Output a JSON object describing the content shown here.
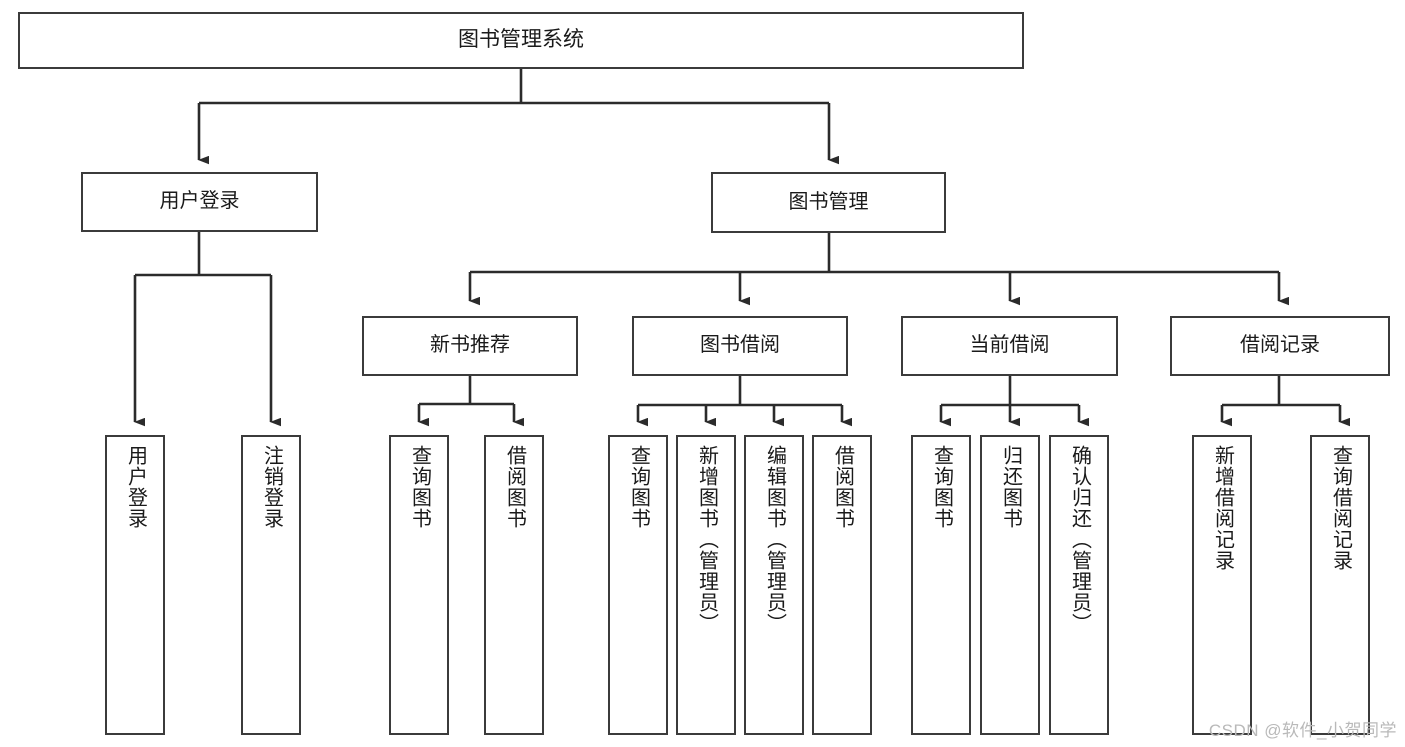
{
  "diagram": {
    "type": "tree",
    "title": "图书管理系统",
    "watermark": "CSDN @软件_小贺同学",
    "colors": {
      "box_border": "#3b3b3b",
      "box_fill": "#ffffff",
      "connector": "#2b2b2b",
      "text": "#1a1a1a",
      "watermark": "#b9b9b9",
      "background": "#ffffff"
    },
    "root": {
      "label": "图书管理系统"
    },
    "level2": [
      {
        "label": "用户登录"
      },
      {
        "label": "图书管理"
      }
    ],
    "level3": [
      {
        "label": "新书推荐"
      },
      {
        "label": "图书借阅"
      },
      {
        "label": "当前借阅"
      },
      {
        "label": "借阅记录"
      }
    ],
    "leaves": {
      "user_login": [
        {
          "label": "用户登录"
        },
        {
          "label": "注销登录"
        }
      ],
      "new_book_recommend": [
        {
          "label": "查询图书"
        },
        {
          "label": "借阅图书"
        }
      ],
      "book_borrow": [
        {
          "label": "查询图书"
        },
        {
          "label": "新增图书（管理员）"
        },
        {
          "label": "编辑图书（管理员）"
        },
        {
          "label": "借阅图书"
        }
      ],
      "current_borrow": [
        {
          "label": "查询图书"
        },
        {
          "label": "归还图书"
        },
        {
          "label": "确认归还（管理员）"
        }
      ],
      "borrow_record": [
        {
          "label": "新增借阅记录"
        },
        {
          "label": "查询借阅记录"
        }
      ]
    }
  }
}
